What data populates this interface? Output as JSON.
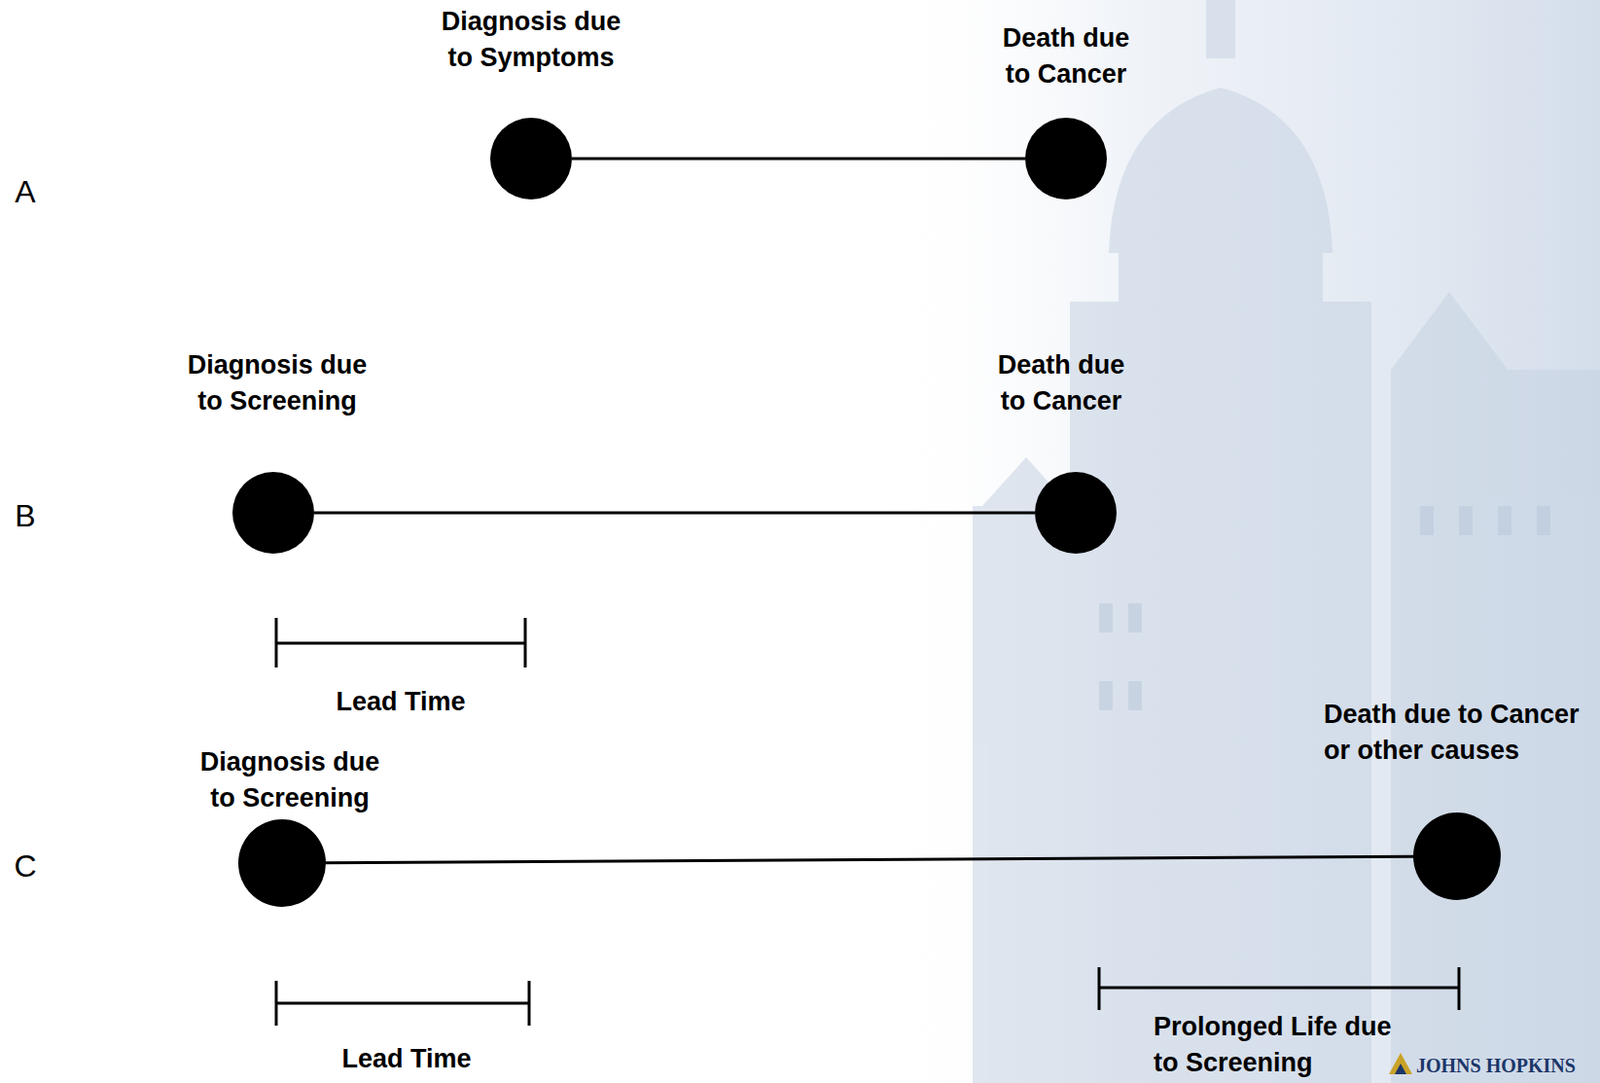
{
  "diagram": {
    "nodes": [
      {
        "text": [
          "Diagnosis due to Symptoms"
        ]
      },
      {
        "text": [
          "Death due to Cancer"
        ]
      },
      {
        "text": [
          "Diagnosis due to Screening"
        ]
      },
      {
        "text": [
          "Death due to Cancer"
        ]
      },
      {
        "text": [
          "Diagnosis due to Screening"
        ]
      },
      {
        "text": [
          "Death due to Cancer or other causes"
        ]
      }
    ],
    "edges": [
      {
        "from": 0,
        "to": 1,
        "arrow": "none"
      },
      {
        "from": 2,
        "to": 3,
        "arrow": "none"
      },
      {
        "from": 4,
        "to": 5,
        "arrow": "none"
      }
    ],
    "labels": [
      "A",
      "B",
      "C",
      "Lead Time",
      "Lead Time",
      "Prolonged Life due to Screening",
      "JOHNS HOPKINS"
    ]
  }
}
